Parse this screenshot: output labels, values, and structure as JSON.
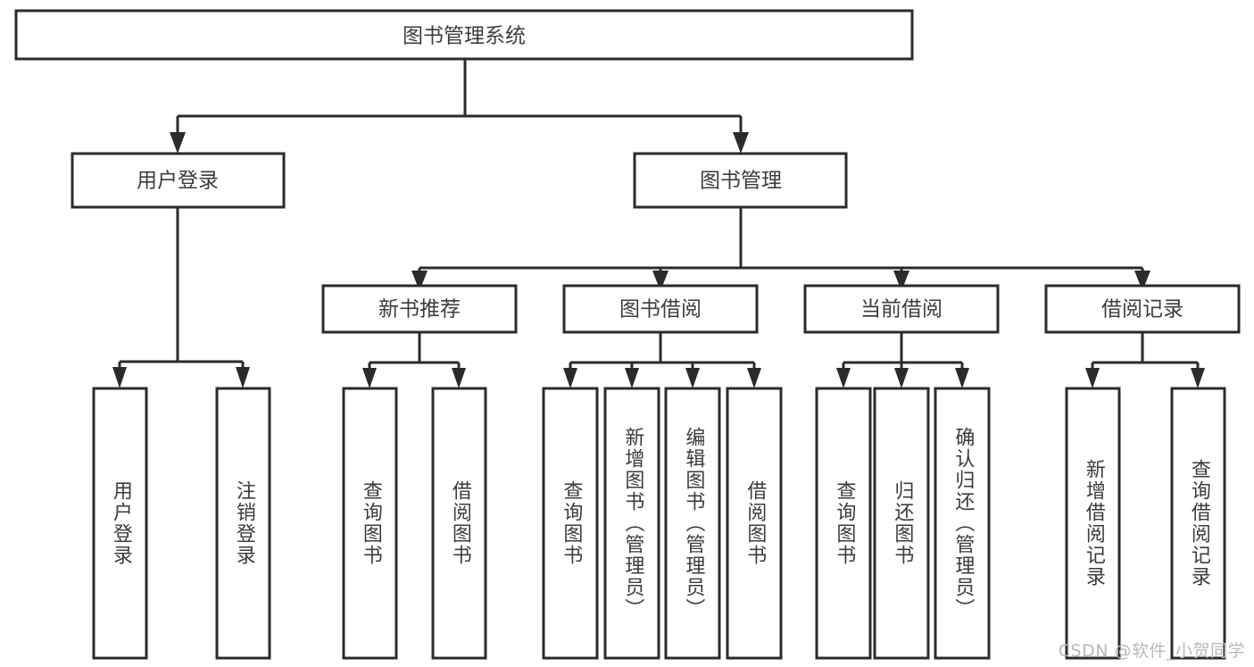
{
  "diagram": {
    "type": "hierarchy-tree",
    "title": "图书管理系统",
    "colors": {
      "background": "#ffffff",
      "box_stroke": "#2b2b2b",
      "box_fill": "#ffffff",
      "text": "#3c3c3c",
      "connector": "#2b2b2b",
      "watermark": "#b9b9b9"
    },
    "root": {
      "label": "图书管理系统"
    },
    "level2": [
      {
        "label": "用户登录"
      },
      {
        "label": "图书管理"
      }
    ],
    "level3": [
      {
        "label": "新书推荐"
      },
      {
        "label": "图书借阅"
      },
      {
        "label": "当前借阅"
      },
      {
        "label": "借阅记录"
      }
    ],
    "leaves": {
      "user_login": [
        {
          "label": "用户登录"
        },
        {
          "label": "注销登录"
        }
      ],
      "new_book_recommend": [
        {
          "label": "查询图书"
        },
        {
          "label": "借阅图书"
        }
      ],
      "book_borrow": [
        {
          "label": "查询图书"
        },
        {
          "label": "新增图书（管理员）"
        },
        {
          "label": "编辑图书（管理员）"
        },
        {
          "label": "借阅图书"
        }
      ],
      "current_borrow": [
        {
          "label": "查询图书"
        },
        {
          "label": "归还图书"
        },
        {
          "label": "确认归还（管理员）"
        }
      ],
      "borrow_record": [
        {
          "label": "新增借阅记录"
        },
        {
          "label": "查询借阅记录"
        }
      ]
    }
  },
  "watermark": {
    "text": "CSDN @软件_小贺同学"
  }
}
